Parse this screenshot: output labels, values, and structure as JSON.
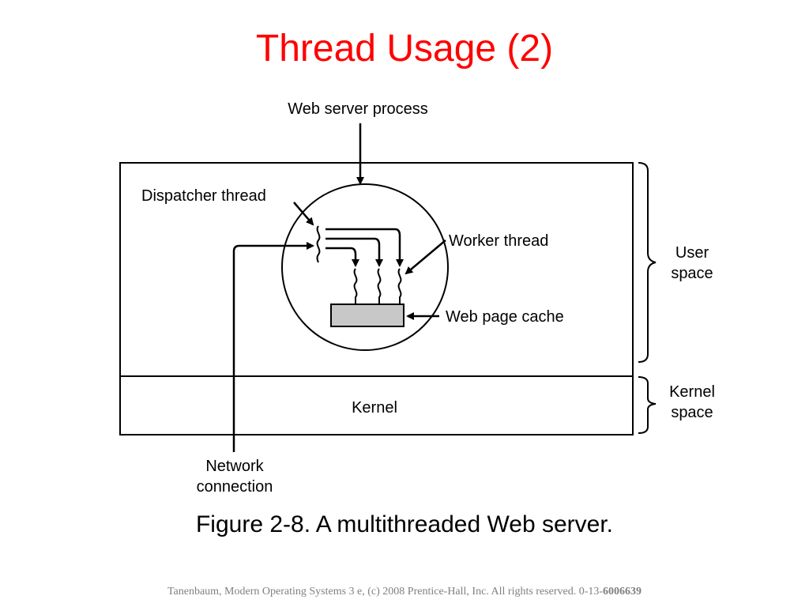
{
  "slide": {
    "title": "Thread Usage (2)",
    "caption": "Figure 2-8. A multithreaded Web server.",
    "footer": {
      "text": "Tanenbaum, Modern Operating Systems 3 e, (c) 2008 Prentice-Hall, Inc. All rights reserved. 0-13-",
      "isbn_bold": "6006639"
    }
  },
  "diagram": {
    "labels": {
      "web_server_process": "Web server process",
      "dispatcher_thread": "Dispatcher thread",
      "worker_thread": "Worker thread",
      "web_page_cache": "Web page cache",
      "kernel": "Kernel",
      "user_space_line1": "User",
      "user_space_line2": "space",
      "kernel_space_line1": "Kernel",
      "kernel_space_line2": "space",
      "network_line1": "Network",
      "network_line2": "connection"
    },
    "colors": {
      "cache_fill": "#c8c8c8",
      "stroke": "#000000"
    }
  }
}
